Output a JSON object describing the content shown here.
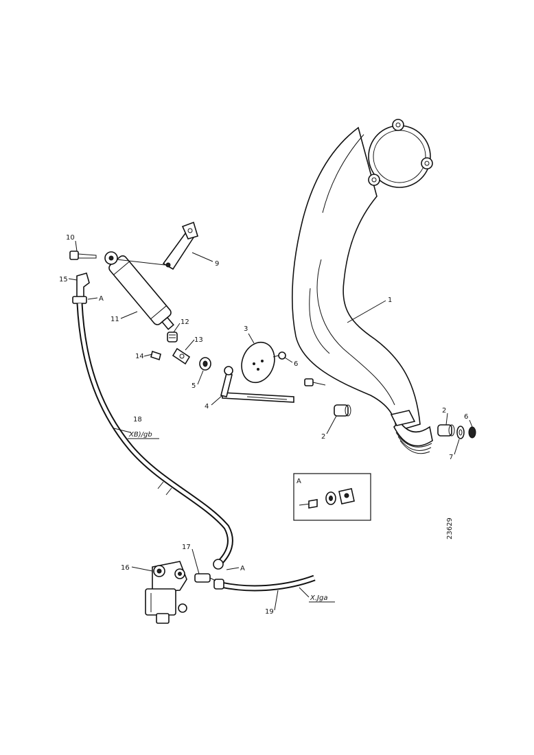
{
  "callouts": {
    "c1": "1",
    "c2a": "2",
    "c2b": "2",
    "c3": "3",
    "c4": "4",
    "c5": "5",
    "c6a": "6",
    "c6b": "6",
    "c7": "7",
    "c9": "9",
    "c10": "10",
    "c11": "11",
    "c12": "12",
    "c13": "13",
    "c14": "14",
    "c15": "15",
    "c16": "16",
    "c17": "17",
    "c18": "18",
    "c19": "19",
    "detA1": "A",
    "detA2": "A"
  },
  "hose_codes": {
    "upper": "XB)/gb",
    "lower": "X.Jga"
  },
  "inset": {
    "title": "A"
  },
  "drawing_number": "23629"
}
